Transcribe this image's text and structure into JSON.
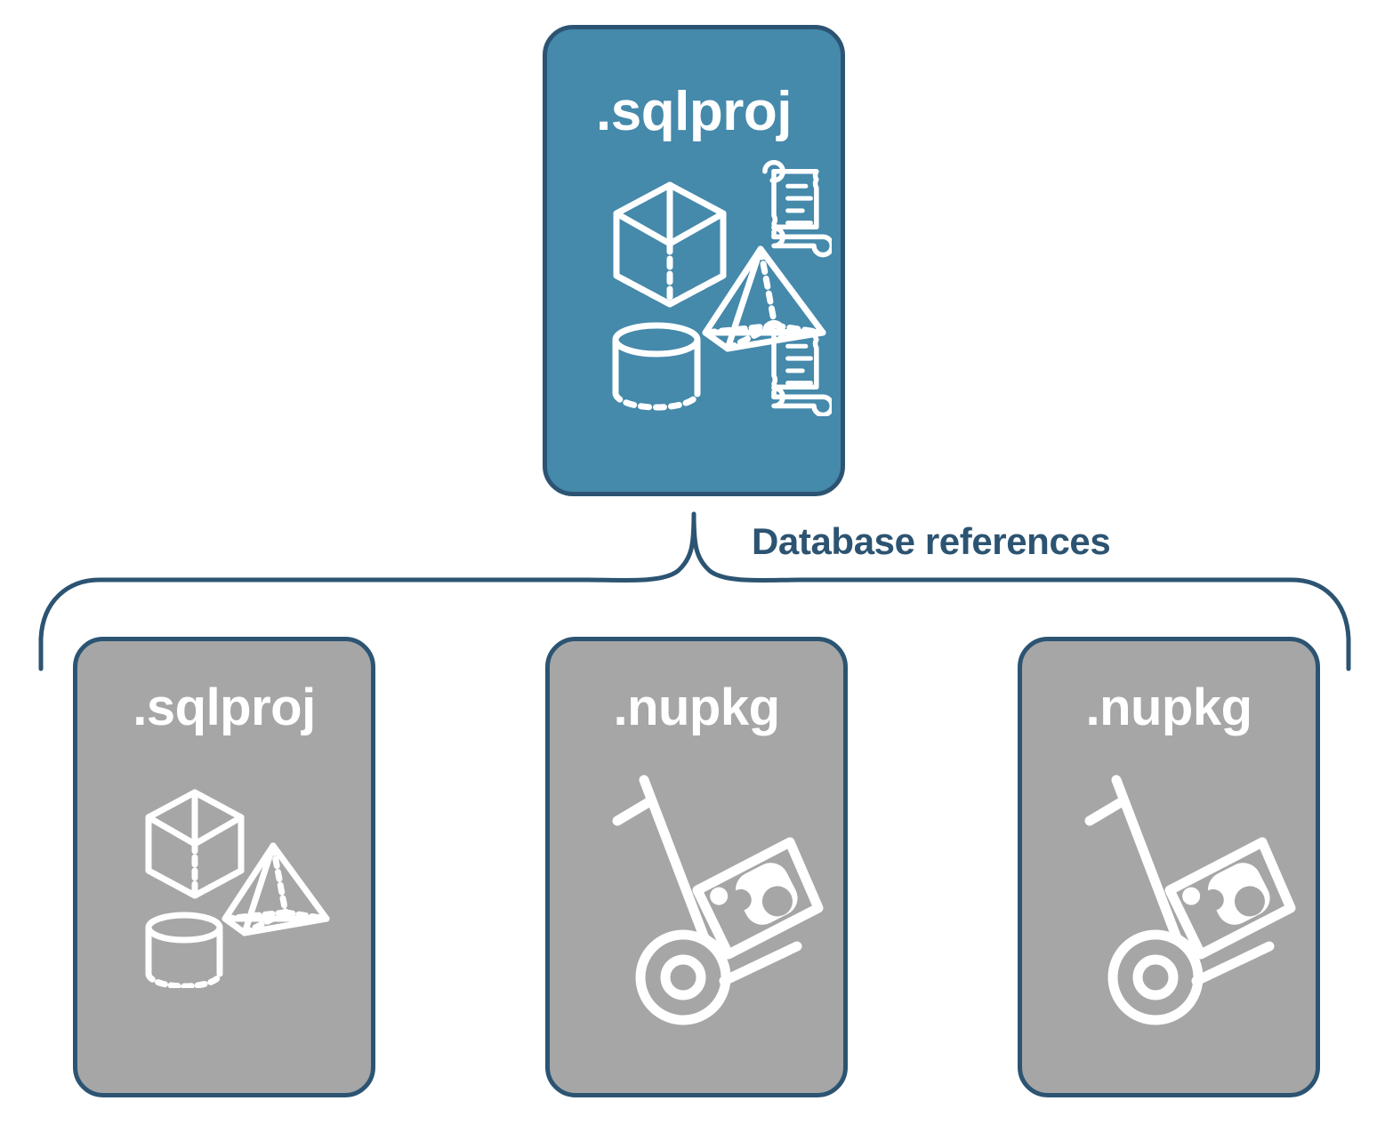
{
  "diagram": {
    "title": "SQL project database references",
    "colors": {
      "root_fill": "#4589AB",
      "reference_fill": "#A6A6A6",
      "stroke": "#2C5472",
      "label_text": "#2C5472",
      "node_text": "#FFFFFF"
    },
    "root_node": {
      "label": ".sqlproj",
      "kind": "sql-project",
      "icons": [
        "cube-icon",
        "pyramid-icon",
        "cylinder-icon",
        "script-scroll-icon",
        "script-scroll-icon"
      ]
    },
    "connector": {
      "label": "Database references",
      "style": "curly-brace",
      "direction": "one-to-many"
    },
    "reference_nodes": [
      {
        "label": ".sqlproj",
        "kind": "sql-project",
        "icons": [
          "cube-icon",
          "pyramid-icon",
          "cylinder-icon"
        ]
      },
      {
        "label": ".nupkg",
        "kind": "nuget-package",
        "icons": [
          "hand-truck-package-icon"
        ]
      },
      {
        "label": ".nupkg",
        "kind": "nuget-package",
        "icons": [
          "hand-truck-package-icon"
        ]
      }
    ]
  }
}
